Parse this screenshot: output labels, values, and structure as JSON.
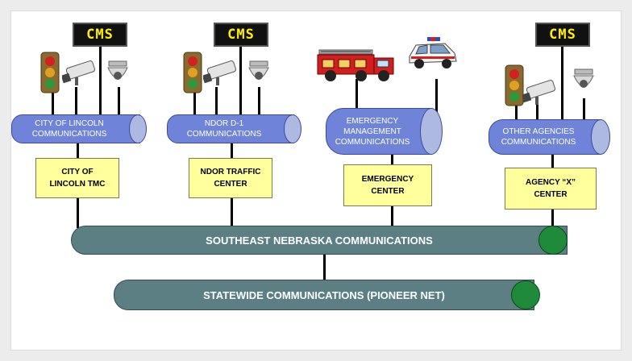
{
  "colors": {
    "cylinder": "#6f84d8",
    "box": "#ffff9c",
    "bus": "#5b7f82",
    "bus_end": "#1e8a3a"
  },
  "cms_text": "CMS",
  "nodes": [
    {
      "comm": "CITY OF LINCOLN\nCOMMUNICATIONS",
      "center": "CITY OF\nLINCOLN TMC"
    },
    {
      "comm": "NDOR D-1\nCOMMUNICATIONS",
      "center": "NDOR TRAFFIC\nCENTER"
    },
    {
      "comm": "EMERGENCY\nMANAGEMENT\nCOMMUNICATIONS",
      "center": "EMERGENCY\nCENTER"
    },
    {
      "comm": "OTHER AGENCIES\nCOMMUNICATIONS",
      "center": "AGENCY “X”\nCENTER"
    }
  ],
  "bus_regional": "SOUTHEAST NEBRASKA COMMUNICATIONS",
  "bus_statewide": "STATEWIDE COMMUNICATIONS (PIONEER NET)",
  "icons": [
    "traffic-signal-icon",
    "cctv-camera-icon",
    "dome-camera-icon",
    "cms-sign-icon",
    "fire-truck-icon",
    "police-car-icon"
  ]
}
